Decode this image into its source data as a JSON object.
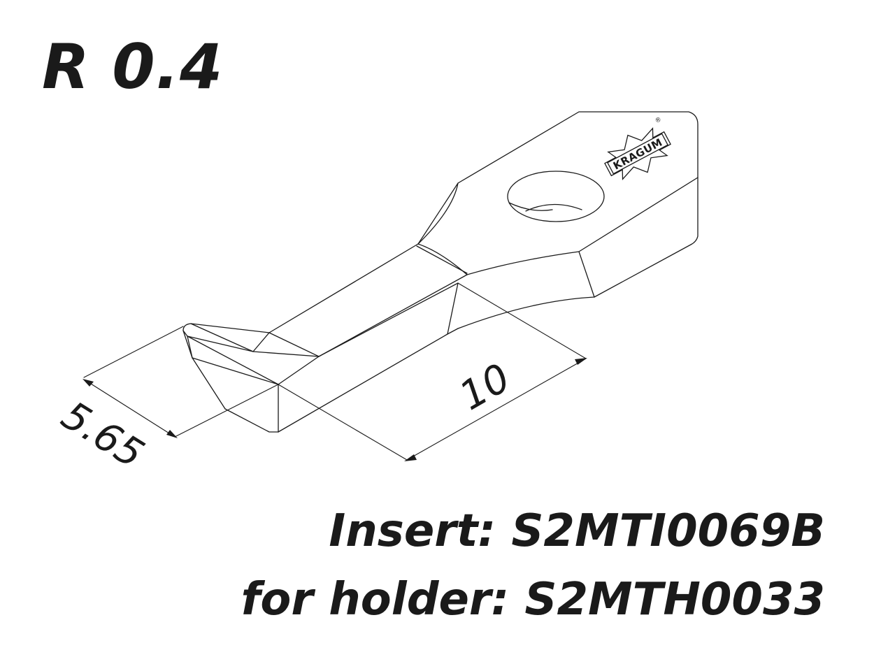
{
  "radius_label": "R 0.4",
  "dimensions": {
    "width_label": "5.65",
    "length_label": "10"
  },
  "logo": {
    "text": "KRAGUM",
    "registered_mark": "®"
  },
  "captions": {
    "insert": "Insert: S2MTI0069B",
    "holder": "for holder: S2MTH0033"
  }
}
